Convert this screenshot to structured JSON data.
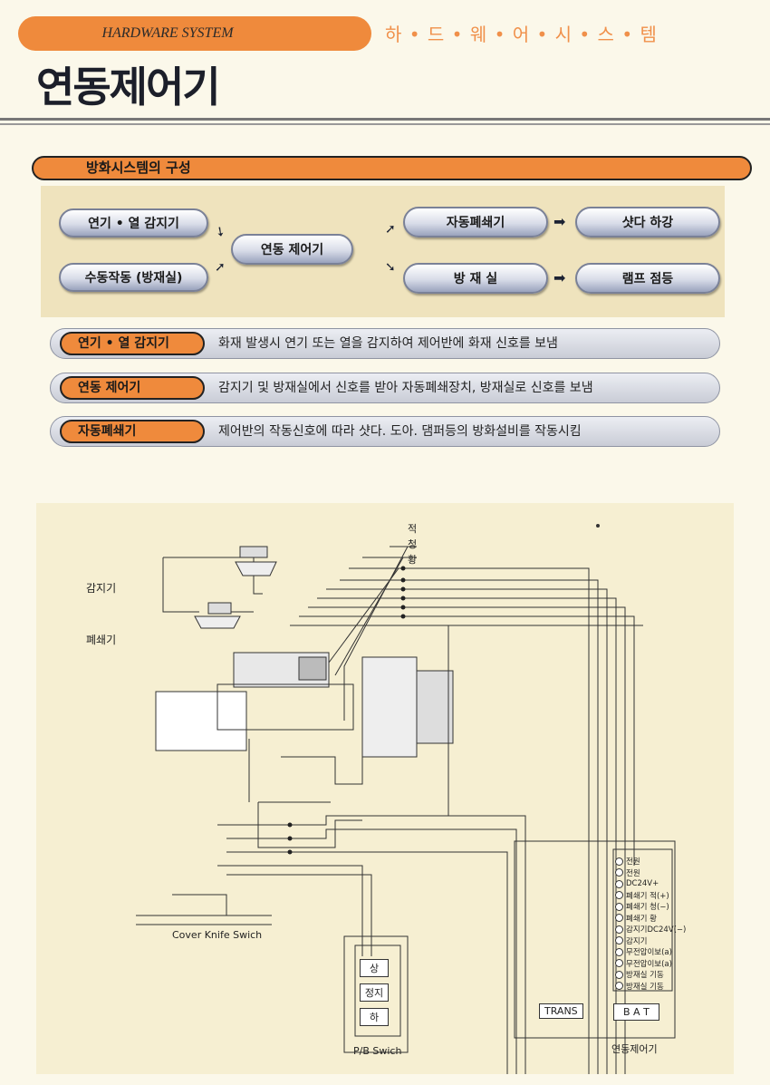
{
  "header": {
    "badge": "HARDWARE SYSTEM",
    "korean_label": "하 • 드 • 웨 • 어 • 시 • 스 • 템",
    "title": "연동제어기"
  },
  "section": {
    "title": "방화시스템의 구성"
  },
  "flow": {
    "inputs": [
      "연기 • 열 감지기",
      "수동작동 (방재실)"
    ],
    "controller": "연동 제어기",
    "outputs": [
      {
        "device": "자동폐쇄기",
        "result": "샷다 하강"
      },
      {
        "device": "방  재  실",
        "result": "램프 점등"
      }
    ]
  },
  "descriptions": [
    {
      "label": "연기 • 열 감지기",
      "text": "화재 발생시 연기 또는 열을 감지하여 제어반에 화재 신호를 보냄"
    },
    {
      "label": "연동 제어기",
      "text": "감지기 및 방재실에서 신호를 받아 자동폐쇄장치, 방재실로 신호를 보냄"
    },
    {
      "label": "자동폐쇄기",
      "text": "제어반의 작동신호에 따라 샷다. 도아. 댐퍼등의 방화설비를 작동시킴"
    }
  ],
  "diagram": {
    "wire_colors": [
      "적",
      "청",
      "황"
    ],
    "detector_label": "감지기",
    "closer_label": "폐쇄기",
    "cover_switch_label": "Cover Knife Swich",
    "pb_switch_label": "P/B Swich",
    "pb_buttons": [
      "상",
      "정지",
      "하"
    ],
    "controller_label": "연동제어기",
    "trans_label": "TRANS",
    "bat_label": "B A T",
    "terminals": [
      "전원",
      "전원",
      "DC24V+",
      "폐쇄기 적(+)",
      "폐쇄기 청(−)",
      "폐쇄기 황",
      "감지기DC24V(−)",
      "감지기",
      "무전압이보(a)",
      "무전압이보(a)",
      "방재실 기동",
      "방재실 기동"
    ]
  }
}
